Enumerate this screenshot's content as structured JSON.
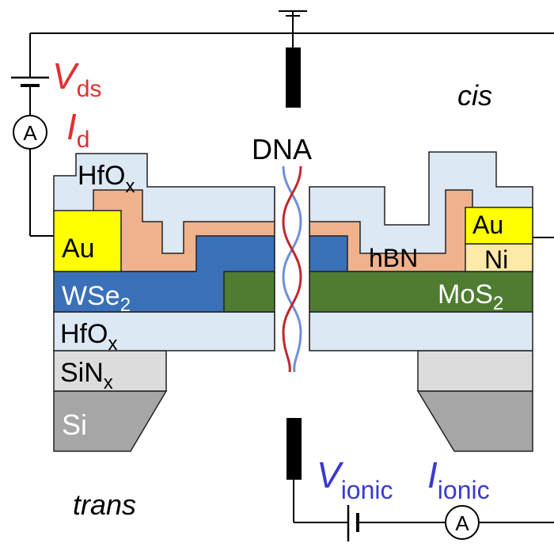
{
  "labels": {
    "vds_main": "V",
    "vds_sub": "ds",
    "id_main": "I",
    "id_sub": "d",
    "ammeter_symbol": "A",
    "cis": "cis",
    "trans": "trans",
    "dna": "DNA",
    "hfox_top_main": "HfO",
    "hfox_top_sub": "x",
    "au_left": "Au",
    "au_right": "Au",
    "ni_right": "Ni",
    "hbn": "hBN",
    "wse2_main": "WSe",
    "wse2_sub": "2",
    "mos2_main": "MoS",
    "mos2_sub": "2",
    "hfox_bottom_main": "HfO",
    "hfox_bottom_sub": "x",
    "sinx_main": "SiN",
    "sinx_sub": "x",
    "si": "Si",
    "vionic_main": "V",
    "vionic_sub": "ionic",
    "iionic_main": "I",
    "iionic_sub": "ionic"
  },
  "colors": {
    "hfox": "#dde8f5",
    "au": "#ffff00",
    "ni": "#fde9a8",
    "hbn": "#f0b28c",
    "wse2": "#3a70b7",
    "mos2": "#4e7d31",
    "sinx": "#dcdcdc",
    "si": "#a6a6a6",
    "device_label_red": "#e03030",
    "ionic_label_blue": "#3a3ad0",
    "dna_red": "#c0282d",
    "dna_blue": "#6f8fd8",
    "wire": "#000000"
  }
}
